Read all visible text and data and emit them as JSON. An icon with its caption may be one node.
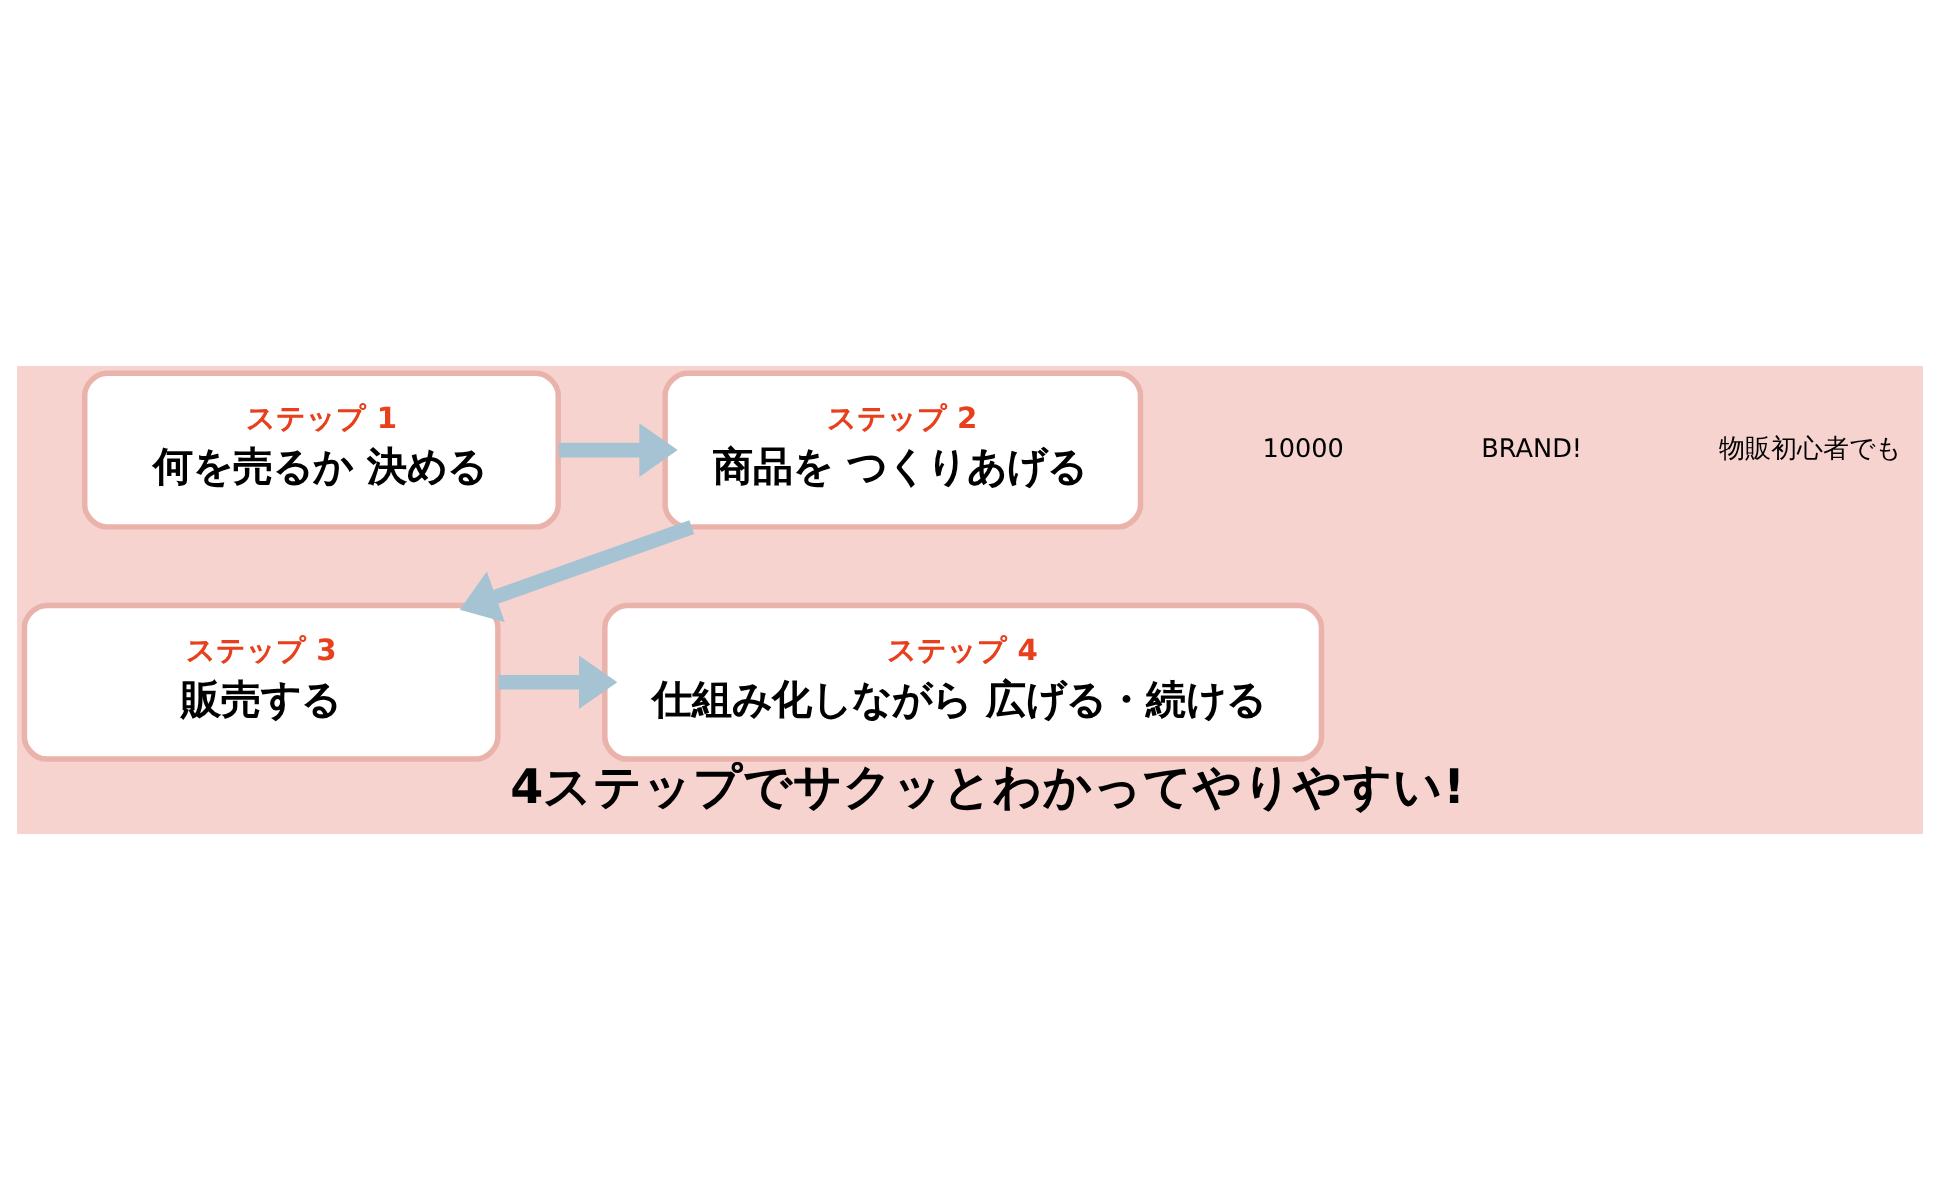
{
  "diagram": {
    "title": "4ステップでサクッとわかってやりやすい!",
    "nodes": [
      {
        "text": [
          "ステップ 1",
          "何を売るか 決める"
        ]
      },
      {
        "text": [
          "ステップ 2",
          "商品を つくりあげる"
        ]
      },
      {
        "text": [
          "ステップ 3",
          "販売する"
        ]
      },
      {
        "text": [
          "ステップ 4",
          "仕組み化しながら 広げる・続ける"
        ]
      }
    ],
    "edges": [
      {
        "from": 0,
        "to": 1,
        "arrow": "to"
      },
      {
        "from": 1,
        "to": 2,
        "arrow": "to"
      },
      {
        "from": 2,
        "to": 3,
        "arrow": "to"
      }
    ],
    "labels": [
      "10000",
      "BRAND!",
      "物販初心者でも"
    ]
  }
}
